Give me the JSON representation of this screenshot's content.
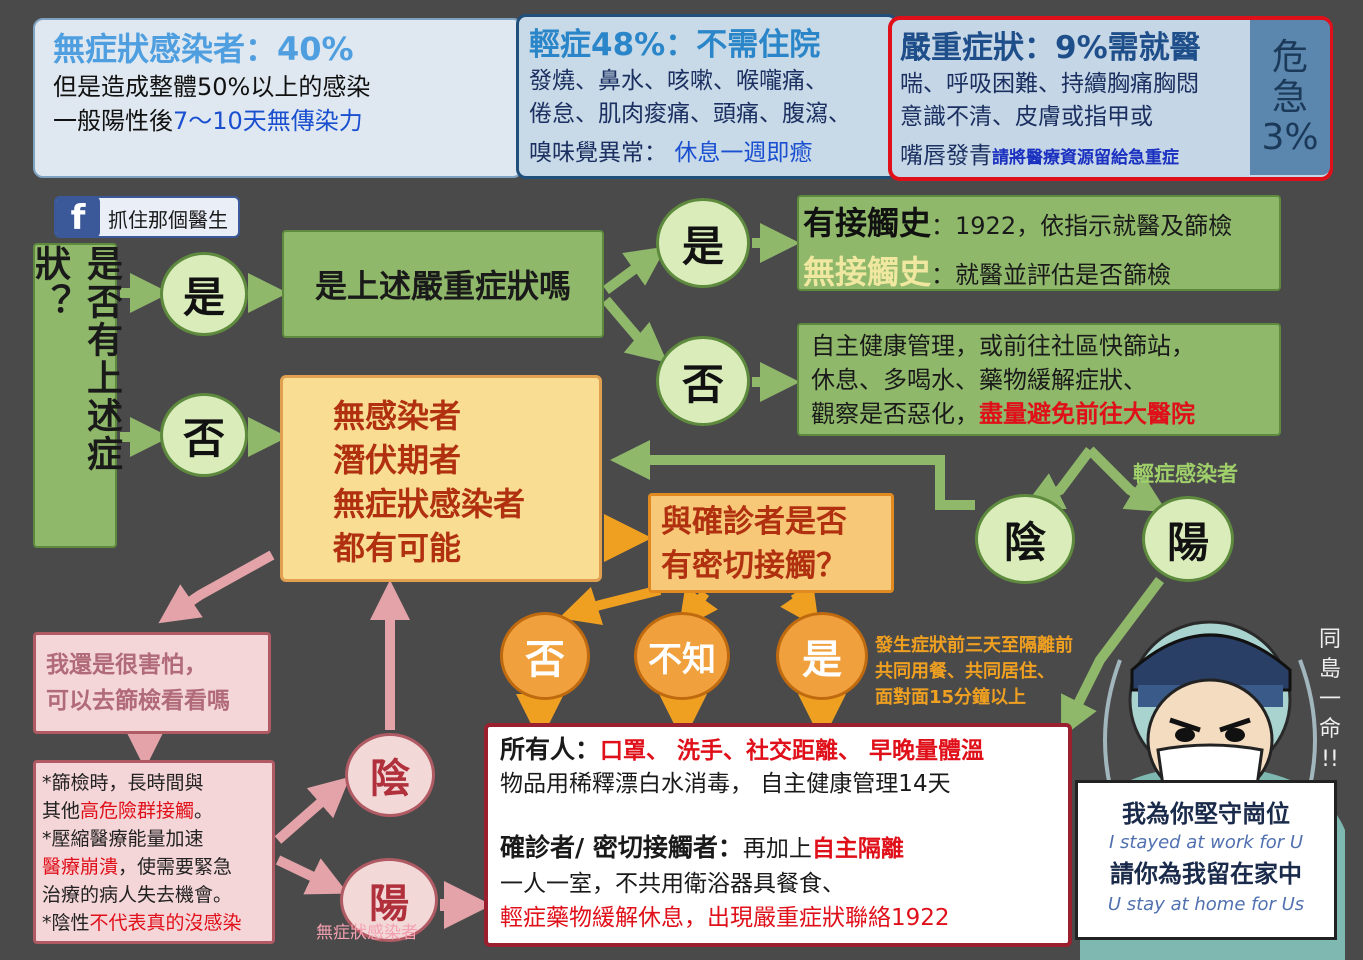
{
  "top": {
    "asymp": {
      "title": "無症狀感染者：40%",
      "line1": "但是造成整體50%以上的感染",
      "line2_pre": "一般陽性後",
      "line2_hl": "7～10天無傳染力"
    },
    "mild": {
      "title": "輕症48%：不需住院",
      "line1": "發燒、鼻水、咳嗽、喉嚨痛、",
      "line2": "倦怠、肌肉痠痛、頭痛、腹瀉、",
      "line3_pre": "嗅味覺異常：",
      "line3_hl": "休息一週即癒"
    },
    "severe": {
      "title": "嚴重症狀：9%需就醫",
      "line1": "喘、呼吸困難、持續胸痛胸悶",
      "line2": "意識不清、皮膚或指甲或",
      "line3_pre": "嘴唇發青",
      "line3_hl": "請將醫療資源留給急重症"
    },
    "danger": {
      "c1": "危",
      "c2": "急",
      "c3": "3%"
    }
  },
  "fb": {
    "icon": "f",
    "label": "抓住那個醫生"
  },
  "left_question": "是否有上述症狀？",
  "flow": {
    "yes": "是",
    "no": "否",
    "severe_q": "是上述嚴重症狀嗎",
    "contact": {
      "label1": "有接觸史",
      "text1": "：1922，依指示就醫及篩檢",
      "label2": "無接觸史",
      "text2": "：就醫並評估是否篩檢"
    },
    "self": {
      "line1": "自主健康管理，或前往社區快篩站，",
      "line2": "休息、多喝水、藥物緩解症狀、",
      "line3_pre": "觀察是否惡化，",
      "line3_hl": "盡量避免前往大醫院"
    },
    "possible": [
      "無感染者",
      "潛伏期者",
      "無症狀感染者",
      "都有可能"
    ],
    "close_contact_q": [
      "與確診者是否",
      "有密切接觸？"
    ],
    "neg": "陰",
    "pos": "陽",
    "mild_label": "輕症感染者",
    "unknown": "不知",
    "close_def": [
      "發生症狀前三天至隔離前",
      "共同用餐、共同居住、",
      "面對面15分鐘以上"
    ],
    "scared": [
      "我還是很害怕，",
      "可以去篩檢看看嗎"
    ],
    "asymp_label": "無症狀感染者"
  },
  "notes": {
    "l1": "*篩檢時，長時間與",
    "l2_pre": "其他",
    "l2_hl": "高危險群接觸",
    "l2_post": "。",
    "l3": "*壓縮醫療能量加速",
    "l4_hl": "醫療崩潰",
    "l4_post": "，使需要緊急",
    "l5": "治療的病人失去機會。",
    "l6_pre": "*陰性",
    "l6_hl": "不代表真的沒感染"
  },
  "everyone": {
    "label": "所有人：",
    "hl": "口罩、 洗手、社交距離、 早晚量體溫",
    "line2": "物品用稀釋漂白水消毒， 自主健康管理14天",
    "confirmed_label": "確診者/ 密切接觸者：",
    "confirmed_pre": "再加上",
    "confirmed_hl": "自主隔離",
    "line4": "一人一室，不共用衛浴器具餐食、",
    "line5": "輕症藥物緩解休息，出現嚴重症狀聯絡1922"
  },
  "doctor": {
    "sign1": "我為你堅守崗位",
    "sign1_en": "I stayed at work for U",
    "sign2": "請你為我留在家中",
    "sign2_en": "U stay at home for Us",
    "signature": [
      "同",
      "島",
      "一",
      "命",
      "!!"
    ]
  }
}
